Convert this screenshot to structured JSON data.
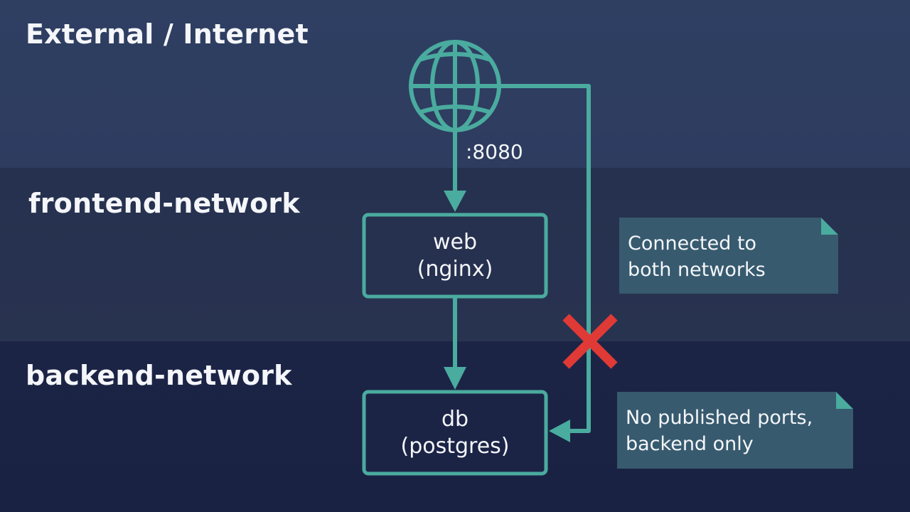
{
  "title": "Docker network isolation diagram",
  "zones": {
    "external": {
      "label": "External / Internet"
    },
    "frontend": {
      "label": "frontend-network"
    },
    "backend": {
      "label": "backend-network"
    }
  },
  "nodes": {
    "internet": {
      "icon": "globe-icon"
    },
    "web": {
      "name": "web",
      "image": "(nginx)"
    },
    "db": {
      "name": "db",
      "image": "(postgres)"
    }
  },
  "edges": {
    "internet_to_web": {
      "label": ":8080"
    },
    "web_to_db": {
      "label": ""
    },
    "internet_to_db": {
      "label": "",
      "blocked": true,
      "blocked_icon": "red-x-icon"
    }
  },
  "notes": {
    "web_note": {
      "line1": "Connected to",
      "line2": "both networks"
    },
    "db_note": {
      "line1": "No published ports,",
      "line2": "backend only"
    }
  },
  "colors": {
    "accent": "#4aab9f",
    "blocked": "#e03a36",
    "note_bg": "#375a6e",
    "text": "#f4f6fa"
  }
}
